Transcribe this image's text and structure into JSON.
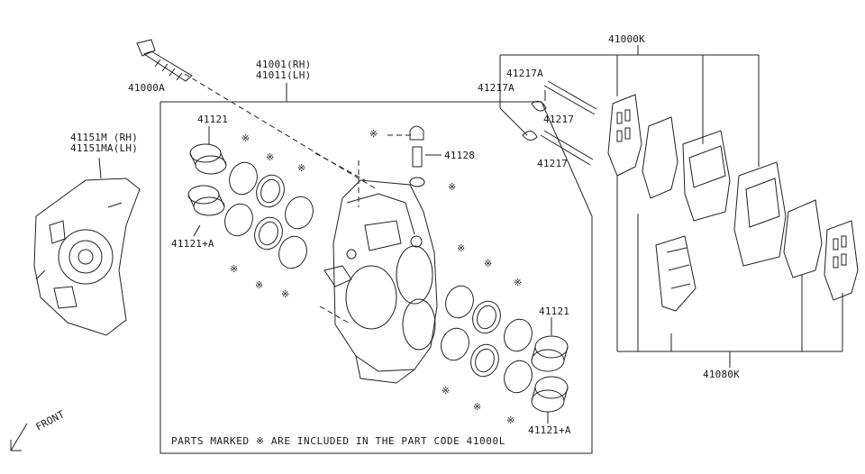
{
  "labels": {
    "bolt": "41000A",
    "caliper_rh": "41001(RH)",
    "caliper_lh": "41011(LH)",
    "shield_rh": "41151M (RH)",
    "shield_lh": "41151MA(LH)",
    "piston_kit_top_left": "41121",
    "piston_kit_left_a": "41121+A",
    "bleeder": "41128",
    "pad_kit": "41000K",
    "pin_clip_1": "41217A",
    "pin_clip_2": "41217A",
    "pin_1": "41217",
    "pin_2": "41217",
    "piston_kit_right": "41121",
    "piston_kit_right_a": "41121+A",
    "shim_kit": "41080K",
    "front": "FRONT"
  },
  "note": "PARTS MARKED ※ ARE INCLUDED IN THE PART CODE 41000L",
  "symbol": "※"
}
